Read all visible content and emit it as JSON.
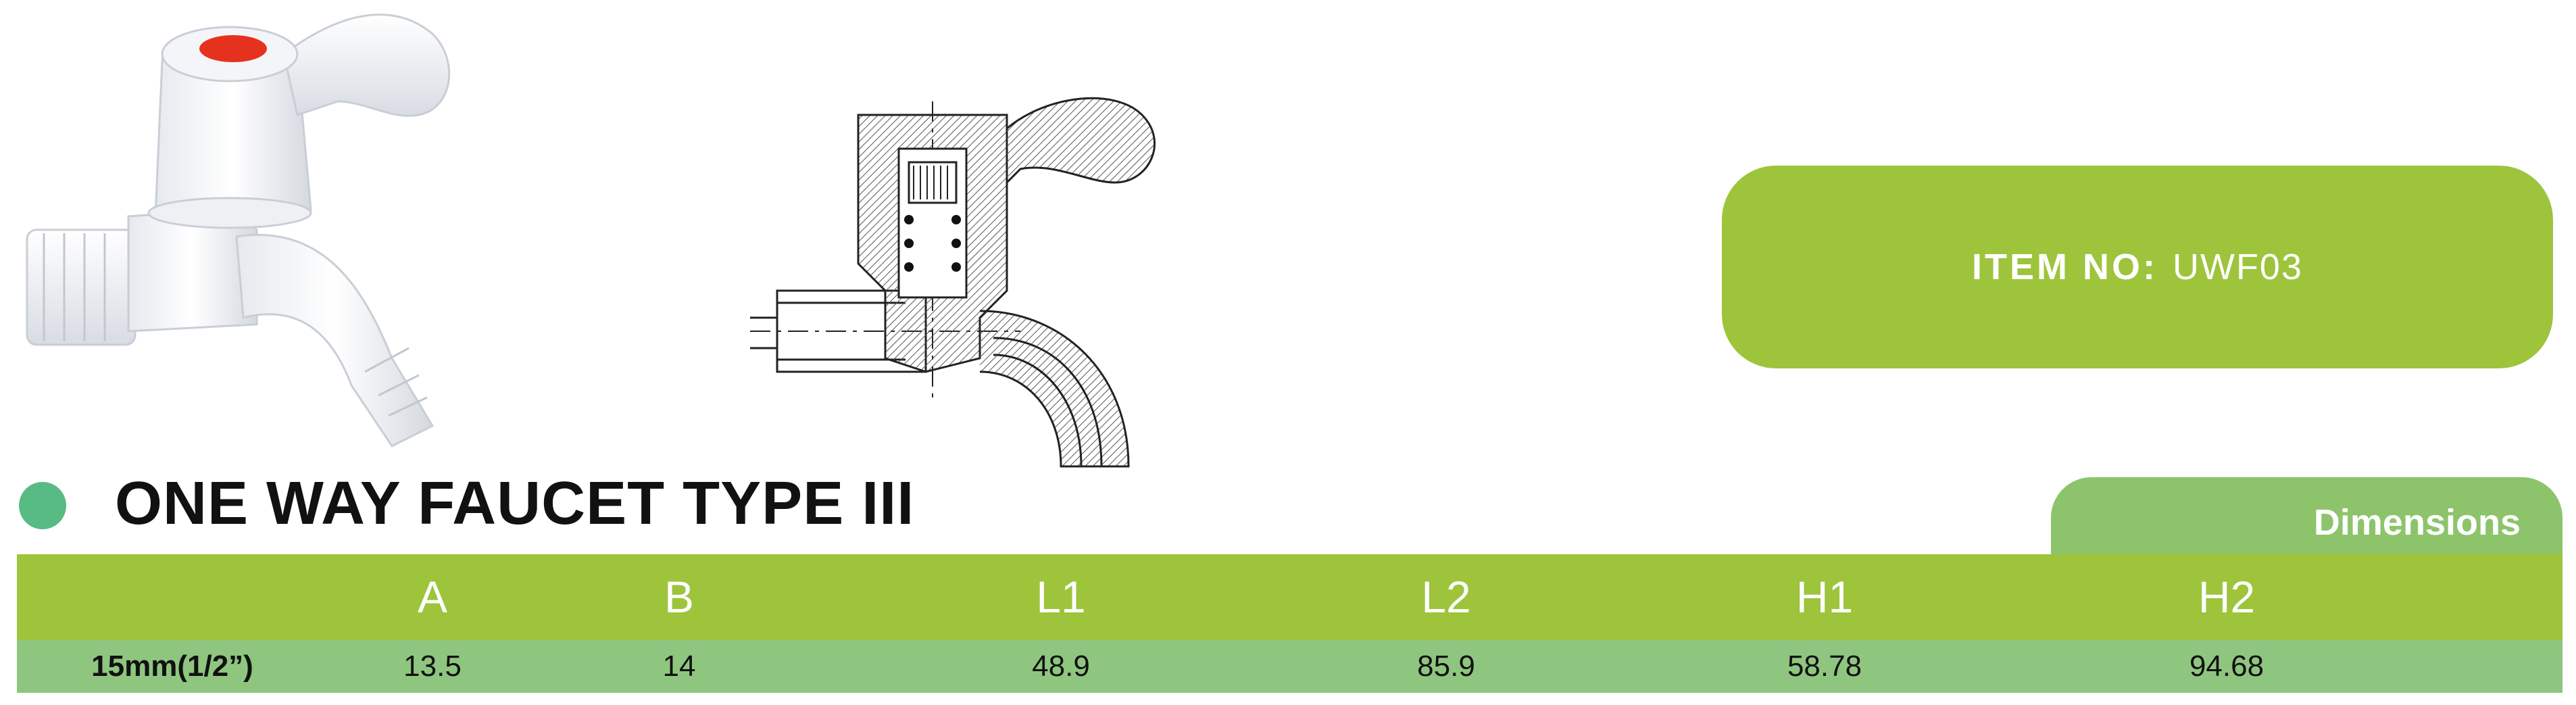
{
  "product": {
    "title": "ONE WAY FAUCET TYPE III",
    "item_label": "ITEM NO:",
    "item_value": "UWF03"
  },
  "dimensions_tab": "Dimensions",
  "table": {
    "columns": [
      "",
      "A",
      "B",
      "L1",
      "L2",
      "H1",
      "H2"
    ],
    "rows": [
      [
        "15mm(1/2”)",
        "13.5",
        "14",
        "48.9",
        "85.9",
        "58.78",
        "94.68"
      ]
    ]
  },
  "colors": {
    "green_badge": "#9dc43b",
    "green_tab": "#8dc46b",
    "green_values": "#8fc67f",
    "title_dot": "#58bb84",
    "handle_red": "#e5321f"
  },
  "icons": [
    "faucet-photo",
    "faucet-cross-section-drawing"
  ]
}
